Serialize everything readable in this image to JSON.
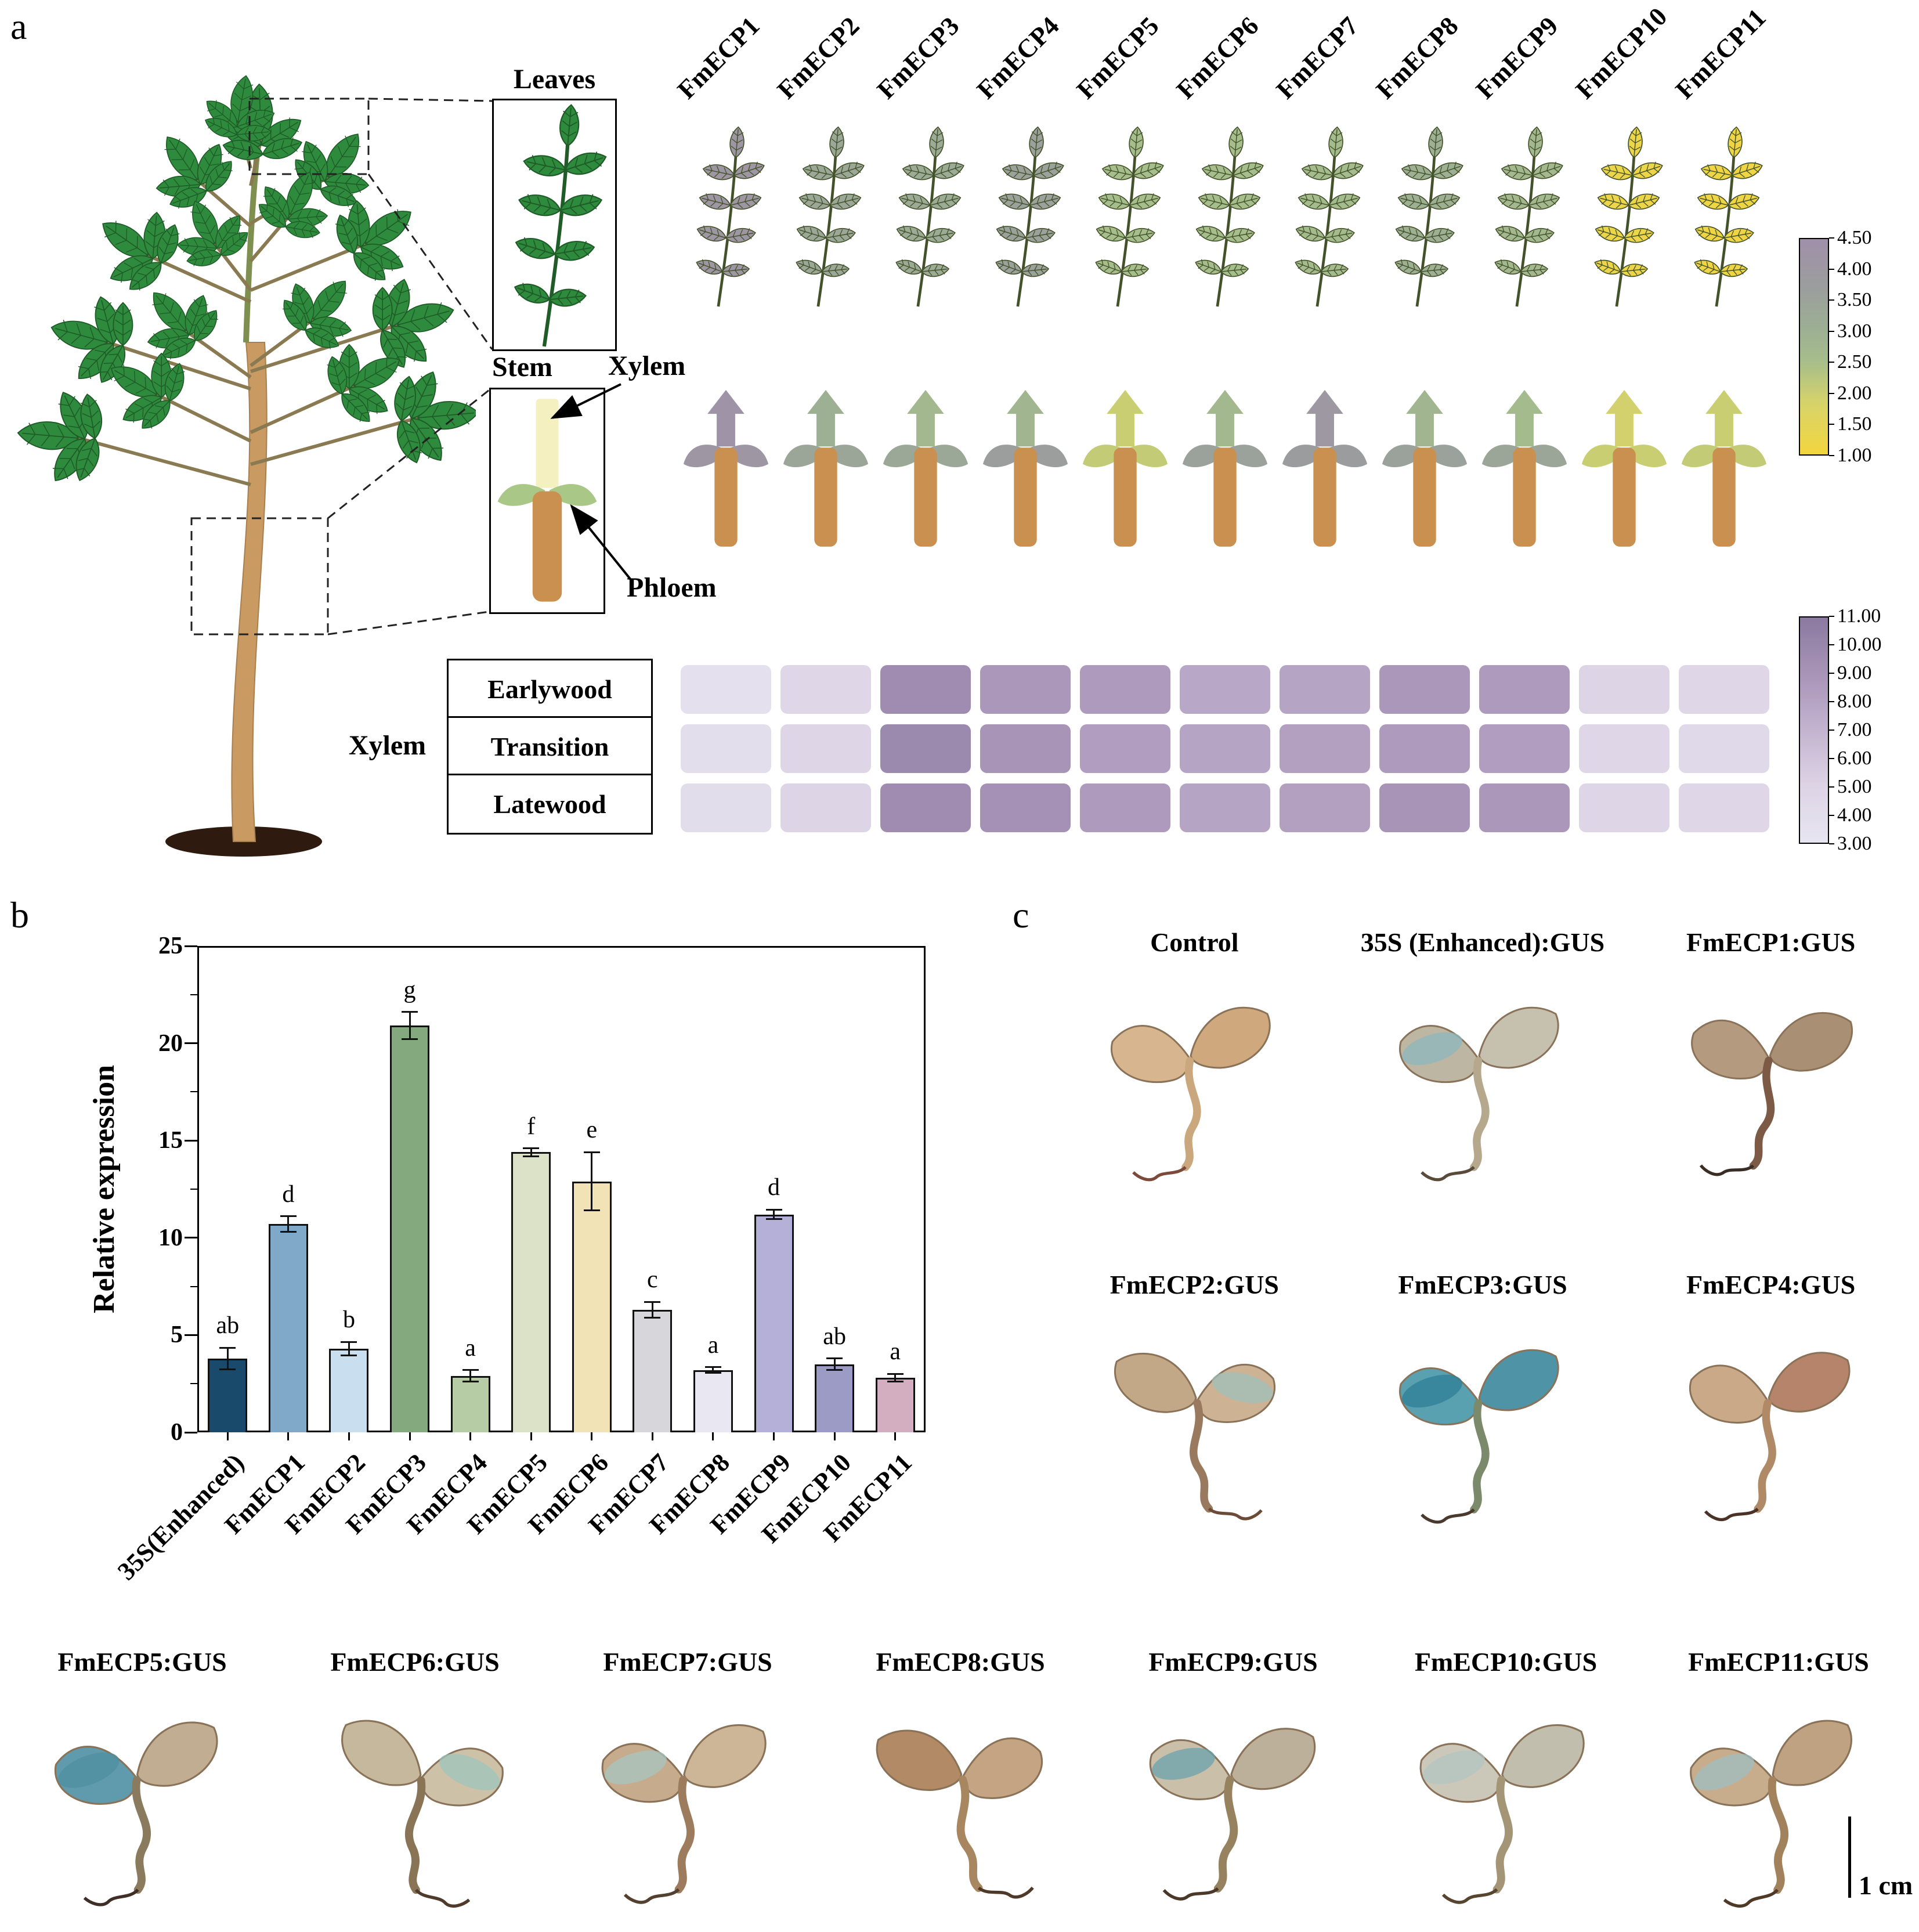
{
  "figure": {
    "panel_a_label": "a",
    "panel_b_label": "b",
    "panel_c_label": "c"
  },
  "panel_a": {
    "leaves_label": "Leaves",
    "stem_label": "Stem",
    "xylem_pointer_label": "Xylem",
    "phloem_pointer_label": "Phloem",
    "xylem_table_label": "Xylem",
    "xylem_rows": [
      "Earlywood",
      "Transition",
      "Latewood"
    ],
    "genes": [
      "FmECP1",
      "FmECP2",
      "FmECP3",
      "FmECP4",
      "FmECP5",
      "FmECP6",
      "FmECP7",
      "FmECP8",
      "FmECP9",
      "FmECP10",
      "FmECP11"
    ],
    "scale_top": {
      "min": 1.0,
      "max": 4.5,
      "ticks": [
        "4.50",
        "4.00",
        "3.50",
        "3.00",
        "2.50",
        "2.00",
        "1.50",
        "1.00"
      ]
    },
    "scale_bottom": {
      "min": 3.0,
      "max": 11.0,
      "ticks": [
        "11.00",
        "10.00",
        "9.00",
        "8.00",
        "7.00",
        "6.00",
        "5.00",
        "4.00",
        "3.00"
      ]
    },
    "leaf_values": [
      4.1,
      3.3,
      3.2,
      3.6,
      2.5,
      2.5,
      2.6,
      3.0,
      2.7,
      1.2,
      1.1
    ],
    "stem_xylem_values": [
      4.3,
      3.0,
      2.7,
      2.8,
      2.0,
      2.7,
      4.0,
      2.8,
      2.6,
      1.9,
      2.0
    ],
    "stem_phloem_values": [
      4.1,
      3.4,
      3.3,
      3.7,
      2.1,
      3.6,
      3.8,
      3.6,
      3.4,
      2.0,
      2.1
    ],
    "xylem_grid": {
      "rows": [
        "Earlywood",
        "Transition",
        "Latewood"
      ],
      "values": [
        [
          3.6,
          4.6,
          9.6,
          8.8,
          8.6,
          7.8,
          8.0,
          8.8,
          8.6,
          5.0,
          4.6
        ],
        [
          3.8,
          4.8,
          9.8,
          9.0,
          8.4,
          8.0,
          8.2,
          8.6,
          8.4,
          4.6,
          4.4
        ],
        [
          4.0,
          5.0,
          9.6,
          9.2,
          8.6,
          8.0,
          8.2,
          9.0,
          8.8,
          4.8,
          4.6
        ]
      ]
    }
  },
  "panel_b": {
    "ylabel": "Relative expression",
    "yticks": [
      "0",
      "5",
      "10",
      "15",
      "20",
      "25"
    ]
  },
  "chart_data": [
    {
      "type": "bar",
      "title": "Relative expression driven by FmECP promoters (panel b)",
      "categories": [
        "35S(Enhanced)",
        "FmECP1",
        "FmECP2",
        "FmECP3",
        "FmECP4",
        "FmECP5",
        "FmECP6",
        "FmECP7",
        "FmECP8",
        "FmECP9",
        "FmECP10",
        "FmECP11"
      ],
      "values": [
        3.8,
        10.7,
        4.3,
        20.9,
        2.9,
        14.4,
        12.9,
        6.3,
        3.2,
        11.2,
        3.5,
        2.8
      ],
      "errors": [
        0.55,
        0.4,
        0.35,
        0.7,
        0.3,
        0.2,
        1.5,
        0.4,
        0.15,
        0.25,
        0.3,
        0.2
      ],
      "sig_letters": [
        "ab",
        "d",
        "b",
        "g",
        "a",
        "f",
        "e",
        "c",
        "a",
        "d",
        "ab",
        "a"
      ],
      "bar_colors": [
        "#1A4A6B",
        "#7FA8C9",
        "#C9DEEE",
        "#84A97E",
        "#B6CCA4",
        "#DCE2C8",
        "#F1E3B5",
        "#D7D7DB",
        "#E8E7F2",
        "#B5B0D8",
        "#9C9BC6",
        "#D3AEC1"
      ],
      "xlabel": "",
      "ylabel": "Relative expression",
      "ylim": [
        0,
        25
      ],
      "yticks": [
        0,
        5,
        10,
        15,
        20,
        25
      ],
      "legend": "none",
      "grid": false
    },
    {
      "type": "heatmap",
      "title": "Leaves expression (panel a)",
      "categories": [
        "FmECP1",
        "FmECP2",
        "FmECP3",
        "FmECP4",
        "FmECP5",
        "FmECP6",
        "FmECP7",
        "FmECP8",
        "FmECP9",
        "FmECP10",
        "FmECP11"
      ],
      "values": [
        4.1,
        3.3,
        3.2,
        3.6,
        2.5,
        2.5,
        2.6,
        3.0,
        2.7,
        1.2,
        1.1
      ],
      "scale": [
        1.0,
        4.5
      ]
    },
    {
      "type": "heatmap",
      "title": "Stem expression (panel a)",
      "categories": [
        "FmECP1",
        "FmECP2",
        "FmECP3",
        "FmECP4",
        "FmECP5",
        "FmECP6",
        "FmECP7",
        "FmECP8",
        "FmECP9",
        "FmECP10",
        "FmECP11"
      ],
      "series": [
        {
          "name": "Xylem",
          "values": [
            4.3,
            3.0,
            2.7,
            2.8,
            2.0,
            2.7,
            4.0,
            2.8,
            2.6,
            1.9,
            2.0
          ]
        },
        {
          "name": "Phloem",
          "values": [
            4.1,
            3.4,
            3.3,
            3.7,
            2.1,
            3.6,
            3.8,
            3.6,
            3.4,
            2.0,
            2.1
          ]
        }
      ],
      "scale": [
        1.0,
        4.5
      ]
    },
    {
      "type": "heatmap",
      "title": "Xylem seasonal expression (panel a)",
      "categories": [
        "FmECP1",
        "FmECP2",
        "FmECP3",
        "FmECP4",
        "FmECP5",
        "FmECP6",
        "FmECP7",
        "FmECP8",
        "FmECP9",
        "FmECP10",
        "FmECP11"
      ],
      "rows": [
        "Earlywood",
        "Transition",
        "Latewood"
      ],
      "values": [
        [
          3.6,
          4.6,
          9.6,
          8.8,
          8.6,
          7.8,
          8.0,
          8.8,
          8.6,
          5.0,
          4.6
        ],
        [
          3.8,
          4.8,
          9.8,
          9.0,
          8.4,
          8.0,
          8.2,
          8.6,
          8.4,
          4.6,
          4.4
        ],
        [
          4.0,
          5.0,
          9.6,
          9.2,
          8.6,
          8.0,
          8.2,
          9.0,
          8.8,
          4.8,
          4.6
        ]
      ],
      "scale": [
        3.0,
        11.0
      ]
    }
  ],
  "panel_c": {
    "scale_bar_label": "1 cm",
    "items": [
      {
        "title": "Control",
        "cot1": "#D7B58E",
        "cot2": "#CFA87E",
        "stem": "#CAA77D",
        "root": "#7C4A3A",
        "blotch": "",
        "rotate": 0,
        "flip": false
      },
      {
        "title": "35S (Enhanced):GUS",
        "cot1": "#BDB6A2",
        "cot2": "#C6C0AF",
        "stem": "#B5A88C",
        "root": "#5A4A3A",
        "blotch": "#8FB7BD",
        "rotate": 0,
        "flip": false
      },
      {
        "title": "FmECP1:GUS",
        "cot1": "#B49A7E",
        "cot2": "#A98F74",
        "stem": "#7C5A46",
        "root": "#3A2D24",
        "blotch": "",
        "rotate": 6,
        "flip": false
      },
      {
        "title": "FmECP2:GUS",
        "cot1": "#CDB394",
        "cot2": "#C2A886",
        "stem": "#9A7A5E",
        "root": "#6B4A38",
        "blotch": "#9FC0BA",
        "rotate": -4,
        "flip": true
      },
      {
        "title": "FmECP3:GUS",
        "cot1": "#59A0B0",
        "cot2": "#4F93A6",
        "stem": "#7B8A6A",
        "root": "#4A3A2E",
        "blotch": "#2F7F96",
        "rotate": 0,
        "flip": false
      },
      {
        "title": "FmECP4:GUS",
        "cot1": "#C9A988",
        "cot2": "#B5846A",
        "stem": "#B08A66",
        "root": "#4A3326",
        "blotch": "",
        "rotate": 3,
        "flip": false
      },
      {
        "title": "FmECP5:GUS",
        "cot1": "#5F9BAC",
        "cot2": "#C0AD92",
        "stem": "#8A7A5E",
        "root": "#3F2F26",
        "blotch": "#4F8FA0",
        "rotate": -3,
        "flip": false
      },
      {
        "title": "FmECP6:GUS",
        "cot1": "#CDC2A8",
        "cot2": "#C5B89C",
        "stem": "#8A7456",
        "root": "#4F3B2C",
        "blotch": "#9EC4BD",
        "rotate": 5,
        "flip": true
      },
      {
        "title": "FmECP7:GUS",
        "cot1": "#C6AB8C",
        "cot2": "#CDB697",
        "stem": "#9C7C5C",
        "root": "#54402F",
        "blotch": "#A8C6C0",
        "rotate": 0,
        "flip": false
      },
      {
        "title": "FmECP8:GUS",
        "cot1": "#C4A482",
        "cot2": "#B28A66",
        "stem": "#A8865F",
        "root": "#4F3A2A",
        "blotch": "",
        "rotate": -6,
        "flip": true
      },
      {
        "title": "FmECP9:GUS",
        "cot1": "#CABFA9",
        "cot2": "#BDB09A",
        "stem": "#97825F",
        "root": "#4A382A",
        "blotch": "#6AA3AD",
        "rotate": 4,
        "flip": false
      },
      {
        "title": "FmECP10:GUS",
        "cot1": "#CCC8B9",
        "cot2": "#C2BEAE",
        "stem": "#A39576",
        "root": "#57452F",
        "blotch": "#B3C4C2",
        "rotate": 0,
        "flip": false
      },
      {
        "title": "FmECP11:GUS",
        "cot1": "#C8AD8C",
        "cot2": "#BFA281",
        "stem": "#A1825D",
        "root": "#4F3A28",
        "blotch": "#9FBFC2",
        "rotate": -5,
        "flip": false
      }
    ]
  }
}
